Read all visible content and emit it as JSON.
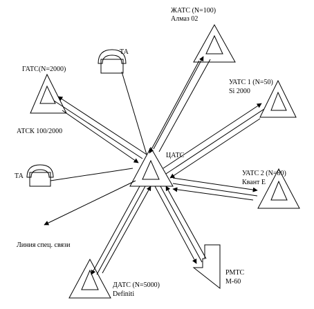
{
  "colors": {
    "stroke": "#000000",
    "background": "#ffffff"
  },
  "nodes": {
    "center": {
      "name": "ЦАТС"
    },
    "zhats": {
      "line1": "ЖАТС (N=100)",
      "line2": "Алмаз 02"
    },
    "uats1": {
      "line1": "УАТС 1 (N=50)",
      "line2": "Si 2000"
    },
    "uats2": {
      "line1": "УАТС 2 (N=80)",
      "line2": "Квант Е"
    },
    "dats": {
      "line1": "ДАТС  (N=5000)",
      "line2": "Definiti"
    },
    "gats": {
      "line1": "ГАТС(N=2000)"
    },
    "atsk": {
      "line1": "АТСК 100/2000"
    },
    "rmts": {
      "line1": "РМТС",
      "line2": "М-60"
    },
    "ta_top": {
      "line1": "ТА"
    },
    "ta_left": {
      "line1": "ТА"
    },
    "special_line": {
      "line1": "Линия спец. связи"
    }
  }
}
